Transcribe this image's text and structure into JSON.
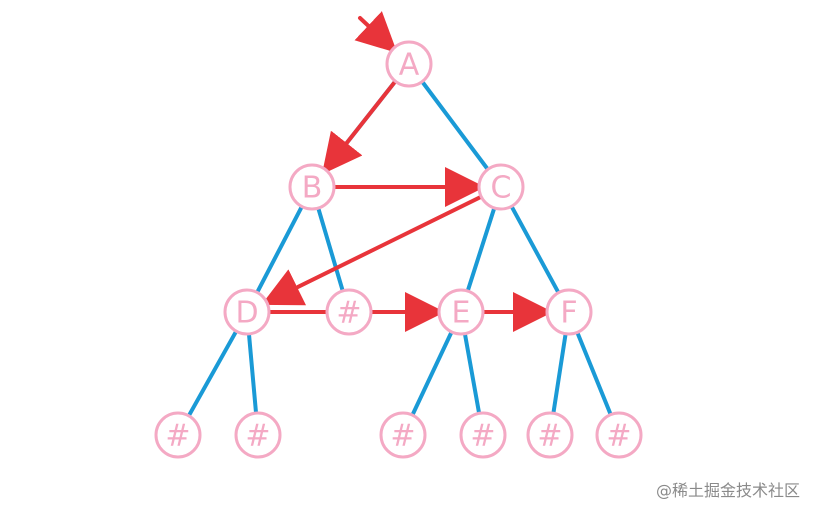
{
  "diagram": {
    "nodes": [
      {
        "id": "A",
        "label": "A"
      },
      {
        "id": "B",
        "label": "B"
      },
      {
        "id": "C",
        "label": "C"
      },
      {
        "id": "D",
        "label": "D"
      },
      {
        "id": "N1",
        "label": "#"
      },
      {
        "id": "E",
        "label": "E"
      },
      {
        "id": "F",
        "label": "F"
      },
      {
        "id": "N2",
        "label": "#"
      },
      {
        "id": "N3",
        "label": "#"
      },
      {
        "id": "N4",
        "label": "#"
      },
      {
        "id": "N5",
        "label": "#"
      },
      {
        "id": "N6",
        "label": "#"
      },
      {
        "id": "N7",
        "label": "#"
      }
    ],
    "edges": [
      [
        "A",
        "B"
      ],
      [
        "A",
        "C"
      ],
      [
        "B",
        "D"
      ],
      [
        "B",
        "N1"
      ],
      [
        "C",
        "E"
      ],
      [
        "C",
        "F"
      ],
      [
        "D",
        "N2"
      ],
      [
        "D",
        "N3"
      ],
      [
        "E",
        "N4"
      ],
      [
        "E",
        "N5"
      ],
      [
        "F",
        "N6"
      ],
      [
        "F",
        "N7"
      ]
    ],
    "traversal_arrows": [
      [
        "START",
        "A"
      ],
      [
        "A",
        "B"
      ],
      [
        "B",
        "C"
      ],
      [
        "C",
        "D"
      ],
      [
        "D",
        "E"
      ],
      [
        "E",
        "F"
      ]
    ],
    "colors": {
      "node_stroke": "#f4a9c4",
      "node_text": "#f4a9c4",
      "edge": "#1a9ad6",
      "arrow": "#e8343a"
    }
  },
  "watermark": "@稀土掘金技术社区"
}
